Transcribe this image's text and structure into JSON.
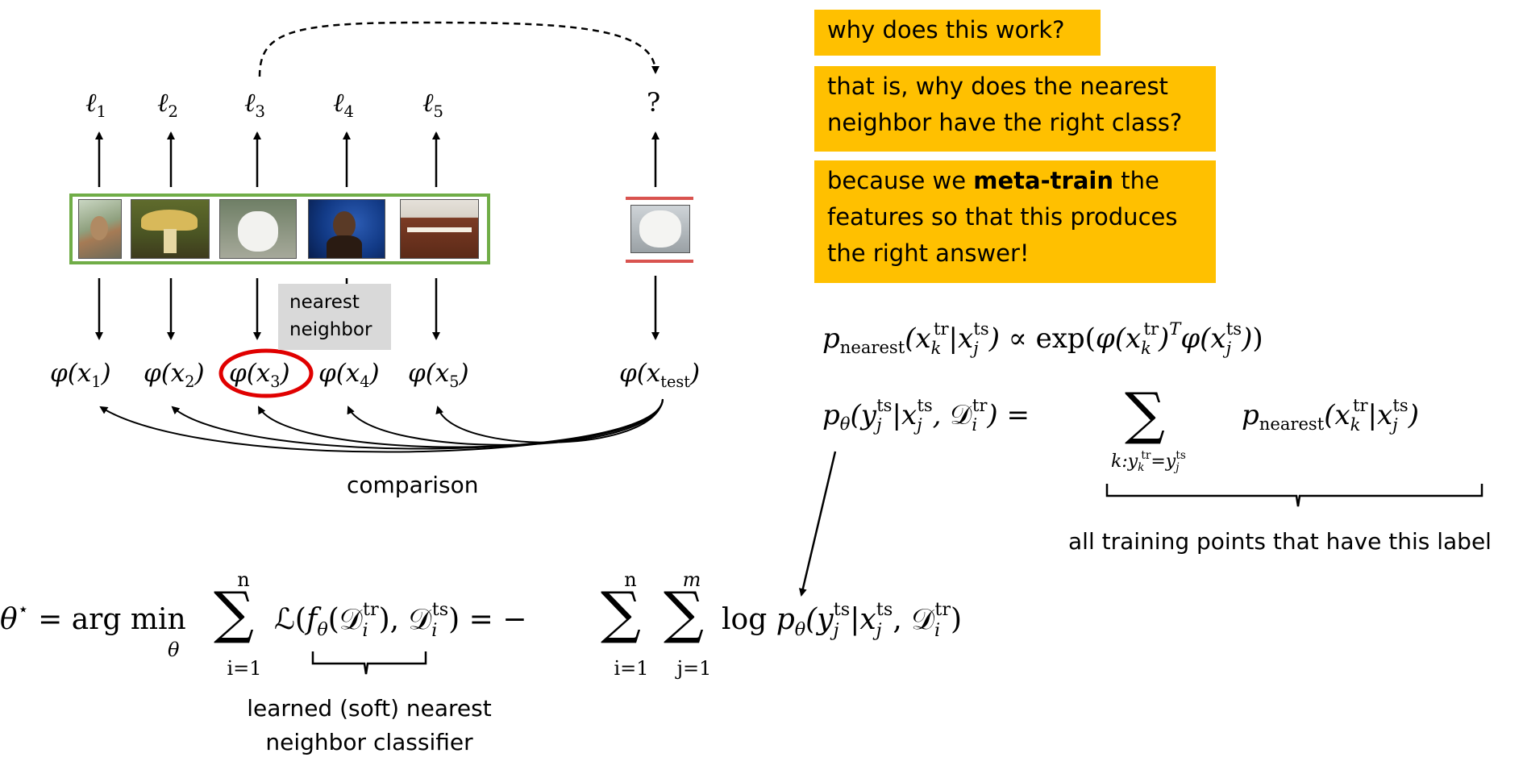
{
  "labels": {
    "l1": "ℓ1",
    "l2": "ℓ2",
    "l3": "ℓ3",
    "l4": "ℓ4",
    "l5": "ℓ5",
    "unknown": "?"
  },
  "embeddings": {
    "x1": "φ(x1)",
    "x2": "φ(x2)",
    "x3": "φ(x3)",
    "x4": "φ(x4)",
    "x5": "φ(x5)",
    "test": "φ(xtest)"
  },
  "nearest_neighbor_box": "nearest neighbor",
  "comparison_label": "comparison",
  "notes": {
    "q1": "why does this work?",
    "q2": "that is, why does the nearest neighbor have the right class?",
    "q3_pre": "because we",
    "q3_bold": "meta-train",
    "q3_post": "the features so that this produces the right answer!"
  },
  "equations": {
    "p_nearest": "p_nearest(x_k^tr | x_j^ts) ∝ exp(φ(x_k^tr)^T φ(x_j^ts))",
    "p_theta": "p_θ(y_j^ts | x_j^ts, D_i^tr) = Σ_{k: y_k^tr = y_j^ts} p_nearest(x_k^tr | x_j^ts)",
    "objective": "θ* = arg min_θ Σ_{i=1}^{n} L(f_θ(D_i^tr), D_i^ts) = − Σ_{i=1}^{n} Σ_{j=1}^{m} log p_θ(y_j^ts | x_j^ts, D_i^tr)"
  },
  "captions": {
    "all_training": "all training points that have this label",
    "learned_line1": "learned (soft) nearest",
    "learned_line2": "neighbor classifier"
  },
  "colors": {
    "note_bg": "#ffc000",
    "support_frame": "#70ad47",
    "test_bars": "#d9534f",
    "circle": "#e00000",
    "nn_box": "#d9d9d9"
  },
  "icons": [
    "bird-image",
    "mushroom-image",
    "dog-image",
    "singer-image",
    "piano-image",
    "test-dog-image"
  ]
}
